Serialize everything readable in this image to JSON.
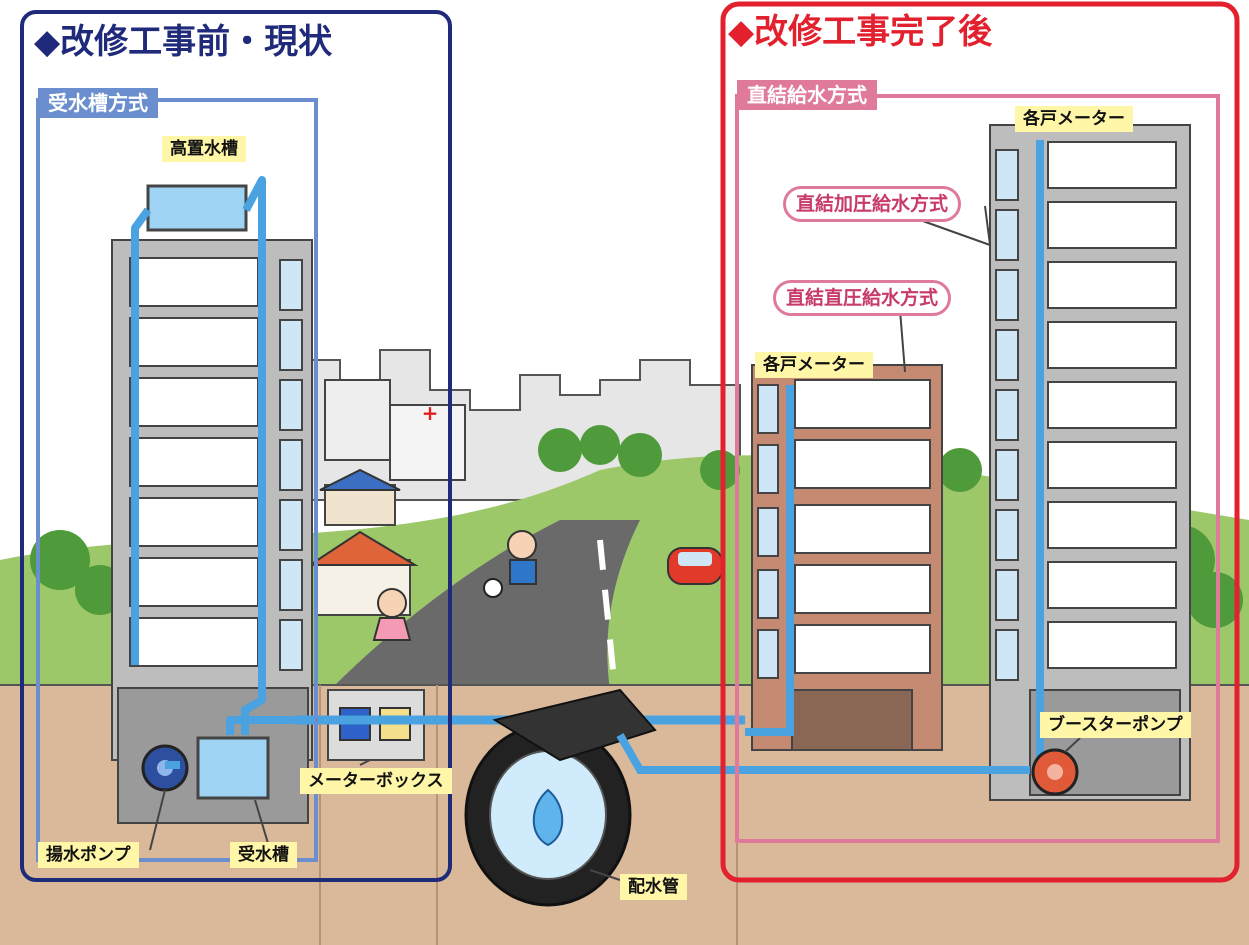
{
  "before": {
    "title": "◆改修工事前・現状",
    "system": "受水槽方式",
    "labels": {
      "elevated_tank": "高置水槽",
      "pump": "揚水ポンプ",
      "receiving_tank": "受水槽",
      "meter_box": "メーターボックス"
    }
  },
  "after": {
    "title": "◆改修工事完了後",
    "system": "直結給水方式",
    "labels": {
      "meter_tall": "各戸メーター",
      "meter_mid": "各戸メーター",
      "booster_pump": "ブースターポンプ"
    },
    "methods": {
      "pressurized": "直結加圧給水方式",
      "direct": "直結直圧給水方式"
    }
  },
  "main_pipe": "配水管",
  "colors": {
    "before_frame": "#1f2a7a",
    "before_system": "#6b8fce",
    "after_frame": "#e2202e",
    "after_system": "#e07a9a",
    "water_pipe": "#4aa3e0",
    "ground": "#d9b99a",
    "label_bg": "#fff6a8"
  }
}
